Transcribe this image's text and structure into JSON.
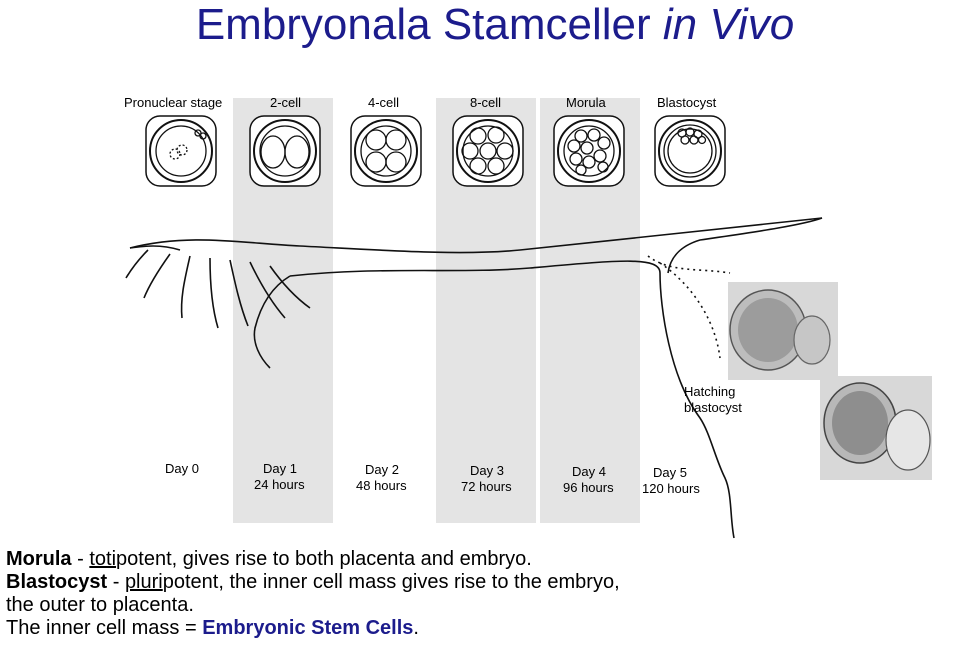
{
  "title": {
    "main": "Embryonala Stamceller",
    "italic": "in Vivo"
  },
  "colors": {
    "title": "#1c1c8c",
    "highlight": "#1c1c8c",
    "band": "#e4e4e4"
  },
  "stages": [
    {
      "label": "Pronuclear stage"
    },
    {
      "label": "2-cell"
    },
    {
      "label": "4-cell"
    },
    {
      "label": "8-cell"
    },
    {
      "label": "Morula"
    },
    {
      "label": "Blastocyst"
    }
  ],
  "days": [
    {
      "day": "Day 0",
      "hours": ""
    },
    {
      "day": "Day 1",
      "hours": "24 hours"
    },
    {
      "day": "Day 2",
      "hours": "48 hours"
    },
    {
      "day": "Day 3",
      "hours": "72 hours"
    },
    {
      "day": "Day 4",
      "hours": "96 hours"
    },
    {
      "day": "Day 5",
      "hours": "120 hours"
    }
  ],
  "hatching_label": [
    "Hatching",
    "blastocyst"
  ],
  "caption": {
    "line1": {
      "term": "Morula",
      "sep": " - ",
      "prefix": "toti",
      "rest": "potent, gives rise to both placenta and embryo."
    },
    "line2": {
      "term": "Blastocyst",
      "sep": " - ",
      "prefix": "pluri",
      "rest": "potent, the inner cell mass gives rise to the embryo,"
    },
    "line3": "the outer to placenta.",
    "line4": {
      "text": "The inner cell mass = ",
      "highlight": "Embryonic Stem Cells",
      "end": "."
    }
  }
}
